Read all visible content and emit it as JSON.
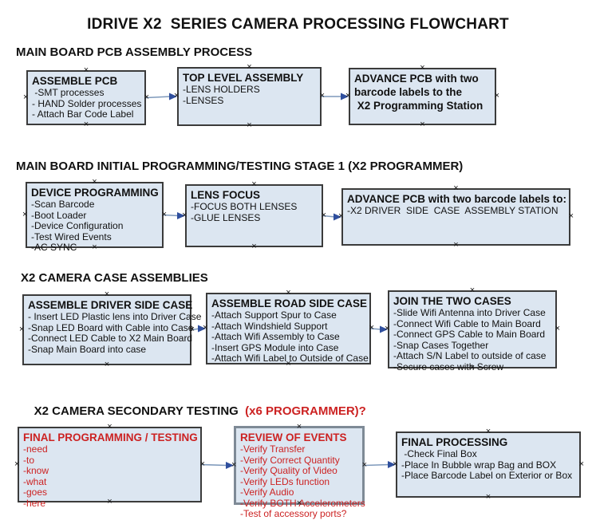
{
  "title": "IDRIVE X2  SERIES CAMERA PROCESSING FLOWCHART",
  "colors": {
    "box_fill": "#dce6f1",
    "box_border": "#3b3b3b",
    "red_text": "#cc2222",
    "arrow_line": "#7e99bb",
    "arrow_head": "#2f4f9e"
  },
  "icons": {
    "anchor": "×"
  },
  "sections": [
    {
      "heading": "MAIN BOARD PCB ASSEMBLY PROCESS",
      "boxes": [
        {
          "title": "ASSEMBLE PCB",
          "items": [
            " -SMT processes",
            "- HAND Solder processes",
            "- Attach Bar Code Label"
          ]
        },
        {
          "title": "TOP LEVEL ASSEMBLY",
          "items": [
            "-LENS HOLDERS",
            "-LENSES"
          ]
        },
        {
          "title_lines": [
            "ADVANCE PCB with two",
            "barcode labels to the",
            " X2 Programming Station"
          ]
        }
      ]
    },
    {
      "heading": "MAIN BOARD INITIAL PROGRAMMING/TESTING STAGE 1 (X2 PROGRAMMER)",
      "boxes": [
        {
          "title": "DEVICE PROGRAMMING",
          "items": [
            "-Scan Barcode",
            "-Boot Loader",
            "-Device Configuration",
            "-Test Wired Events",
            "-AC SYNC"
          ]
        },
        {
          "title": "LENS FOCUS",
          "items": [
            "-FOCUS BOTH LENSES",
            "-GLUE LENSES"
          ]
        },
        {
          "title": "ADVANCE PCB with two barcode labels to:",
          "items": [
            "-X2 DRIVER  SIDE  CASE  ASSEMBLY STATION"
          ]
        }
      ]
    },
    {
      "heading": "X2 CAMERA CASE ASSEMBLIES",
      "boxes": [
        {
          "title": "ASSEMBLE DRIVER SIDE CASE",
          "items": [
            "- Insert LED Plastic lens into Driver Case",
            "-Snap LED Board with Cable into Case",
            "-Connect LED Cable to X2 Main Board",
            "-Snap Main Board into case"
          ]
        },
        {
          "title": "ASSEMBLE ROAD SIDE CASE",
          "items": [
            "-Attach Support Spur to Case",
            "-Attach Windshield Support",
            "-Attach Wifi Assembly to Case",
            "-Insert GPS Module into Case",
            "-Attach Wifi Label to Outside of Case"
          ]
        },
        {
          "title": "JOIN THE TWO CASES",
          "items": [
            "-Slide Wifi Antenna into Driver Case",
            "-Connect Wifi Cable to Main Board",
            "-Connect GPS Cable to Main Board",
            "-Snap Cases Together",
            "-Attach S/N Label to outside of case",
            "-Secure cases with Screw"
          ]
        }
      ]
    },
    {
      "heading": "X2 CAMERA SECONDARY TESTING ",
      "heading_red": " (x6 PROGRAMMER)?",
      "boxes": [
        {
          "title": "FINAL PROGRAMMING / TESTING",
          "items": [
            "-need",
            "-to",
            "-know",
            "-what",
            "-goes",
            "-here"
          ]
        },
        {
          "title": "REVIEW OF EVENTS",
          "items": [
            "-Verify Transfer",
            "-Verify Correct Quantity",
            "-Verify Quality of Video",
            "-Verify LEDs function",
            "-Verify Audio",
            "-Verify BOTH Accelerometers",
            "-Test of accessory ports?"
          ]
        },
        {
          "title": "FINAL PROCESSING",
          "items": [
            " -Check Final Box",
            "-Place In Bubble wrap Bag and BOX",
            "-Place Barcode Label on Exterior or Box"
          ]
        }
      ]
    }
  ],
  "connections": [
    {
      "from": "a1",
      "to": "a2"
    },
    {
      "from": "a2",
      "to": "a3"
    },
    {
      "from": "b1",
      "to": "b2"
    },
    {
      "from": "b2",
      "to": "b3"
    },
    {
      "from": "c1",
      "to": "c2"
    },
    {
      "from": "c2",
      "to": "c3"
    },
    {
      "from": "d1",
      "to": "d2"
    },
    {
      "from": "d2",
      "to": "d3"
    }
  ]
}
